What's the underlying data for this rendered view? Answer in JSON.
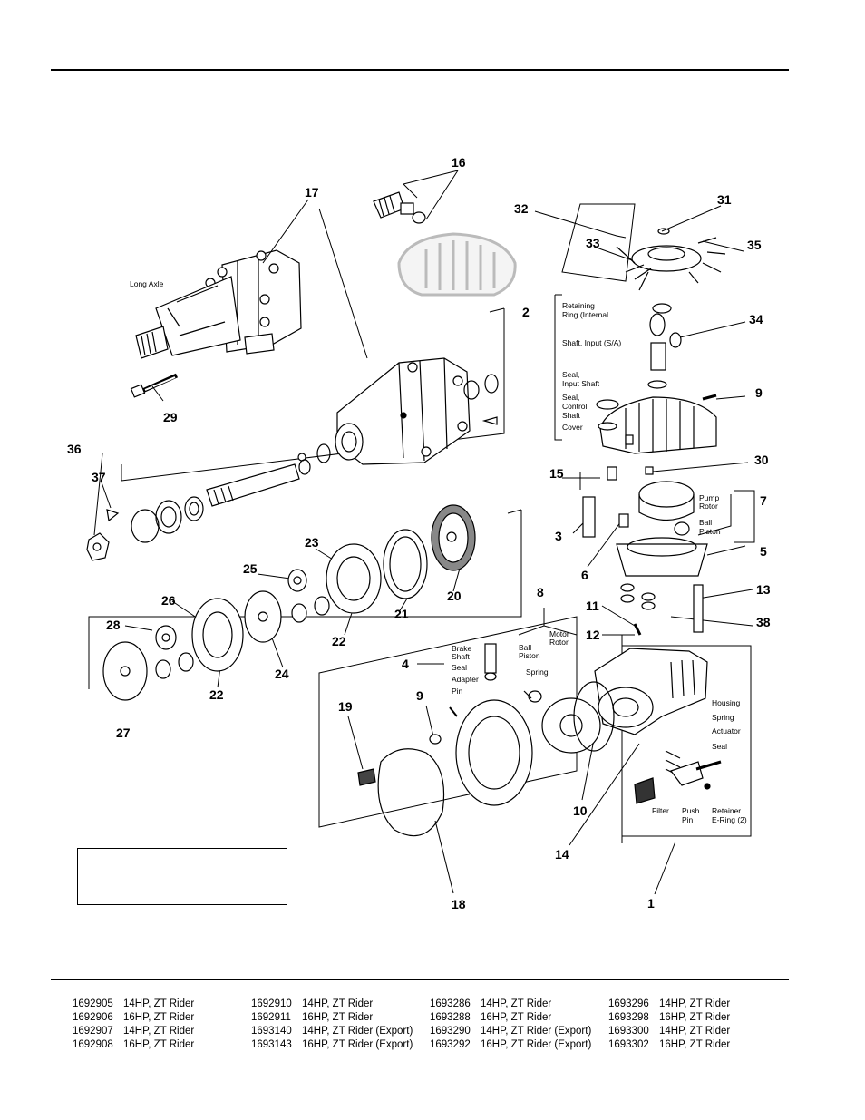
{
  "callouts": {
    "c16": "16",
    "c17": "17",
    "c32": "32",
    "c31": "31",
    "c33": "33",
    "c35": "35",
    "c2": "2",
    "c34": "34",
    "c9a": "9",
    "c29": "29",
    "c36": "36",
    "c37": "37",
    "c15": "15",
    "c30": "30",
    "c7": "7",
    "c3": "3",
    "c5": "5",
    "c6": "6",
    "c23": "23",
    "c25": "25",
    "c20": "20",
    "c26": "26",
    "c28": "28",
    "c21": "21",
    "c24": "24",
    "c22a": "22",
    "c22b": "22",
    "c27": "27",
    "c8": "8",
    "c13": "13",
    "c11": "11",
    "c38": "38",
    "c12": "12",
    "c4": "4",
    "c9b": "9",
    "c19": "19",
    "c10": "10",
    "c14": "14",
    "c18": "18",
    "c1": "1"
  },
  "labels": {
    "long_axle": "Long Axle",
    "retaining_ring_1": "Retaining",
    "retaining_ring_2": "Ring (Internal",
    "shaft_input": "Shaft, Input (S/A)",
    "seal_input_1": "Seal,",
    "seal_input_2": "Input Shaft",
    "seal_control_1": "Seal,",
    "seal_control_2": "Control",
    "seal_control_3": "Shaft",
    "cover": "Cover",
    "pump_rotor_1": "Pump",
    "pump_rotor_2": "Rotor",
    "ball_piston_1": "Ball",
    "ball_piston_2": "Piston",
    "brake_shaft_1": "Brake",
    "brake_shaft_2": "Shaft",
    "seal": "Seal",
    "adapter": "Adapter",
    "pin": "Pin",
    "ball_piston_b1": "Ball",
    "ball_piston_b2": "Piston",
    "spring_b": "Spring",
    "motor_rotor_1": "Motor",
    "motor_rotor_2": "Rotor",
    "housing": "Housing",
    "spring_r": "Spring",
    "actuator": "Actuator",
    "seal_r": "Seal",
    "filter": "Filter",
    "push_pin_1": "Push",
    "push_pin_2": "Pin",
    "retainer_1": "Retainer",
    "retainer_2": "E-Ring (2)"
  },
  "models": [
    [
      {
        "no": "1692905",
        "desc": "14HP, ZT Rider"
      },
      {
        "no": "1692906",
        "desc": "16HP, ZT Rider"
      },
      {
        "no": "1692907",
        "desc": "14HP, ZT Rider"
      },
      {
        "no": "1692908",
        "desc": "16HP, ZT Rider"
      }
    ],
    [
      {
        "no": "1692910",
        "desc": "14HP, ZT Rider"
      },
      {
        "no": "1692911",
        "desc": "16HP, ZT Rider"
      },
      {
        "no": "1693140",
        "desc": "14HP, ZT Rider (Export)"
      },
      {
        "no": "1693143",
        "desc": "16HP, ZT Rider (Export)"
      }
    ],
    [
      {
        "no": "1693286",
        "desc": "14HP, ZT Rider"
      },
      {
        "no": "1693288",
        "desc": "16HP, ZT Rider"
      },
      {
        "no": "1693290",
        "desc": "14HP, ZT Rider (Export)"
      },
      {
        "no": "1693292",
        "desc": "16HP, ZT Rider (Export)"
      }
    ],
    [
      {
        "no": "1693296",
        "desc": "14HP, ZT Rider"
      },
      {
        "no": "1693298",
        "desc": "16HP, ZT Rider"
      },
      {
        "no": "1693300",
        "desc": "14HP, ZT Rider"
      },
      {
        "no": "1693302",
        "desc": "16HP, ZT Rider"
      }
    ]
  ]
}
